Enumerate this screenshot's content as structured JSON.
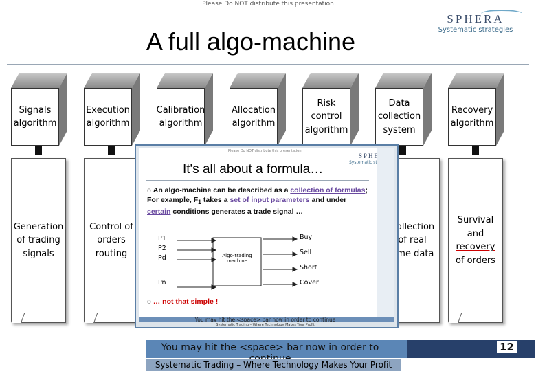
{
  "notice": "Please Do NOT distribute this presentation",
  "brand": {
    "name": "SPHERA",
    "tagline": "Systematic strategies"
  },
  "title": "A full algo-machine",
  "modules": [
    {
      "label": "Signals algorithm",
      "doc": "Generation of trading signals",
      "color": "#9a9a9a"
    },
    {
      "label": "Execution algorithm",
      "doc": "Control of orders routing",
      "color": "#9a9a9a"
    },
    {
      "label": "Calibration algorithm",
      "doc": "",
      "color": "#9a9a9a"
    },
    {
      "label": "Allocation algorithm",
      "doc": "",
      "color": "#9a9a9a"
    },
    {
      "label": "Risk control algorithm",
      "doc": "",
      "color": "#9a9a9a"
    },
    {
      "label": "Data collection system",
      "doc": "Collection of real time data",
      "color": "#9a9a9a"
    },
    {
      "label": "Recovery algorithm",
      "doc_prefix": "Survival and",
      "doc_link": "recovery",
      "doc_suffix": "of orders",
      "color": "#9a9a9a"
    }
  ],
  "inset": {
    "notice": "Please Do NOT distribute this presentation",
    "brand": "SPHERA",
    "brand_tagline": "Systematic strategies",
    "title": "It's all about a formula…",
    "bullet1_a": "An algo-machine can be described as a",
    "bullet1_link1": "collection of formulas",
    "bullet1_b": "; For example, F",
    "bullet1_sub": "1",
    "bullet1_c": " takes a",
    "bullet1_link2": "set of input parameters",
    "bullet1_d": " and under",
    "bullet1_link3": "certain",
    "bullet1_e": " conditions generates a trade signal …",
    "inputs": [
      "P1",
      "P2",
      "Pd",
      "Pn"
    ],
    "machine": "Algo-trading machine",
    "outputs": [
      "Buy",
      "Sell",
      "Short",
      "Cover"
    ],
    "bullet2": "… not that simple !",
    "hint": "You may hit the <space> bar now in order to continue",
    "footer": "Systematic Trading – Where Technology Makes Your Profit"
  },
  "footer": {
    "hint": "You may hit the <space> bar now in order to continue",
    "page": "12",
    "tagline": "Systematic Trading – Where Technology Makes Your Profit"
  }
}
